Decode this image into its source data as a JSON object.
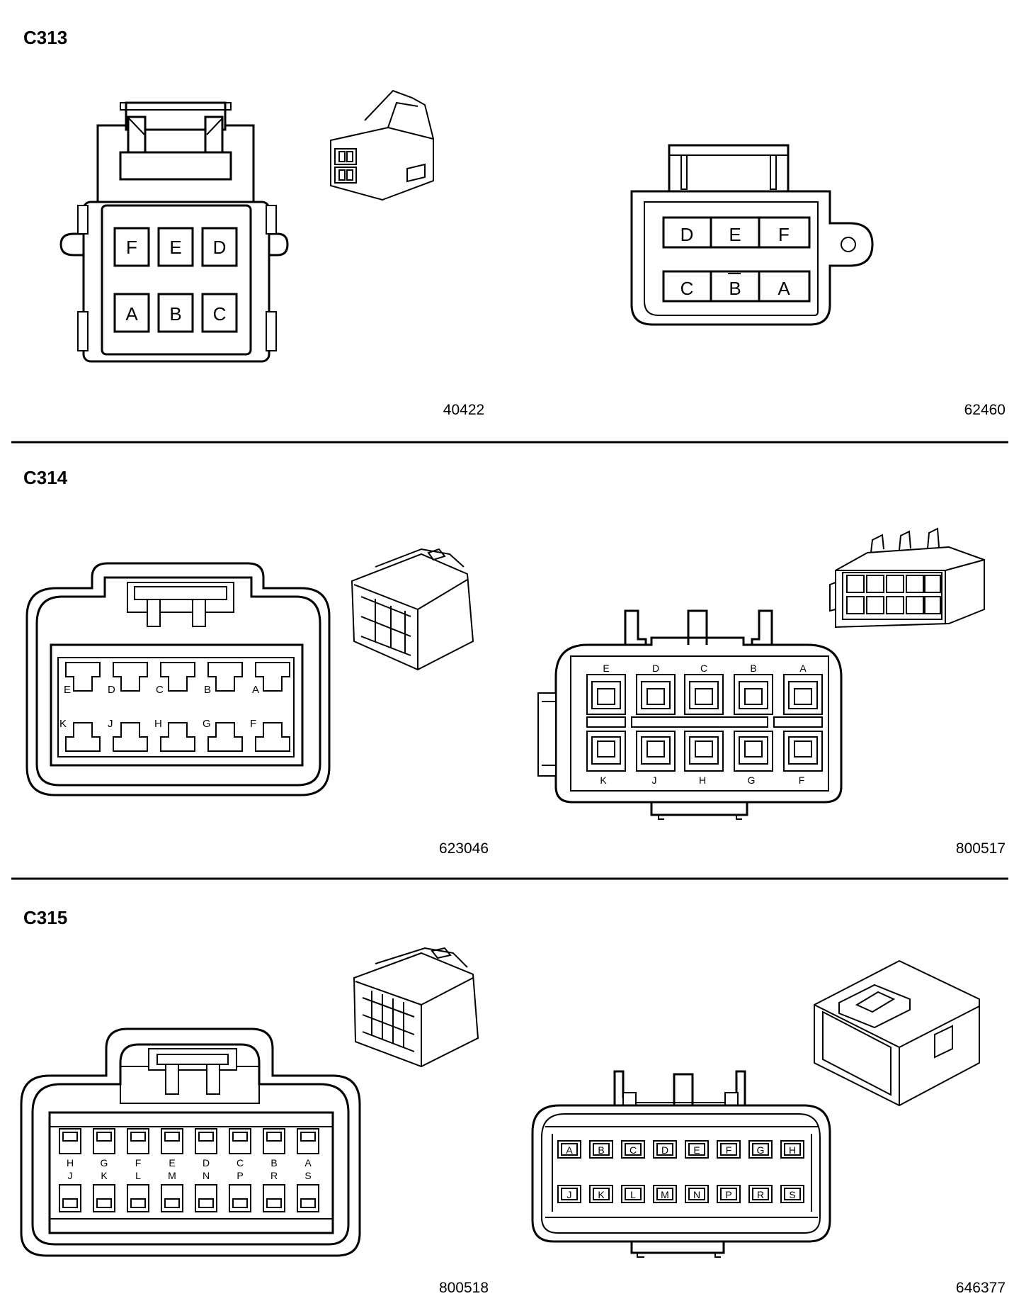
{
  "sections": [
    {
      "id": "C313",
      "title": "C313",
      "connectors": [
        {
          "code": "40422",
          "pin_rows": [
            [
              "F",
              "E",
              "D"
            ],
            [
              "A",
              "B",
              "C"
            ]
          ],
          "view": "face",
          "pictorial_icon": "connector-6pin-3d-icon"
        },
        {
          "code": "62460",
          "pin_rows": [
            [
              "D",
              "E",
              "F"
            ],
            [
              "C",
              "B",
              "A"
            ]
          ],
          "view": "face"
        }
      ]
    },
    {
      "id": "C314",
      "title": "C314",
      "connectors": [
        {
          "code": "623046",
          "pin_rows": [
            [
              "E",
              "D",
              "C",
              "B",
              "A"
            ],
            [
              "K",
              "J",
              "H",
              "G",
              "F"
            ]
          ],
          "view": "face",
          "pictorial_icon": "connector-10pin-3d-icon"
        },
        {
          "code": "800517",
          "pin_rows": [
            [
              "E",
              "D",
              "C",
              "B",
              "A"
            ],
            [
              "K",
              "J",
              "H",
              "G",
              "F"
            ]
          ],
          "view": "face",
          "pictorial_icon": "connector-10pin-3d-icon"
        }
      ]
    },
    {
      "id": "C315",
      "title": "C315",
      "connectors": [
        {
          "code": "800518",
          "pin_rows": [
            [
              "H",
              "G",
              "F",
              "E",
              "D",
              "C",
              "B",
              "A"
            ],
            [
              "J",
              "K",
              "L",
              "M",
              "N",
              "P",
              "R",
              "S"
            ]
          ],
          "view": "face",
          "pictorial_icon": "connector-16pin-3d-icon"
        },
        {
          "code": "646377",
          "pin_rows": [
            [
              "A",
              "B",
              "C",
              "D",
              "E",
              "F",
              "G",
              "H"
            ],
            [
              "J",
              "K",
              "L",
              "M",
              "N",
              "P",
              "R",
              "S"
            ]
          ],
          "view": "face",
          "pictorial_icon": "connector-16pin-3d-icon"
        }
      ]
    }
  ]
}
